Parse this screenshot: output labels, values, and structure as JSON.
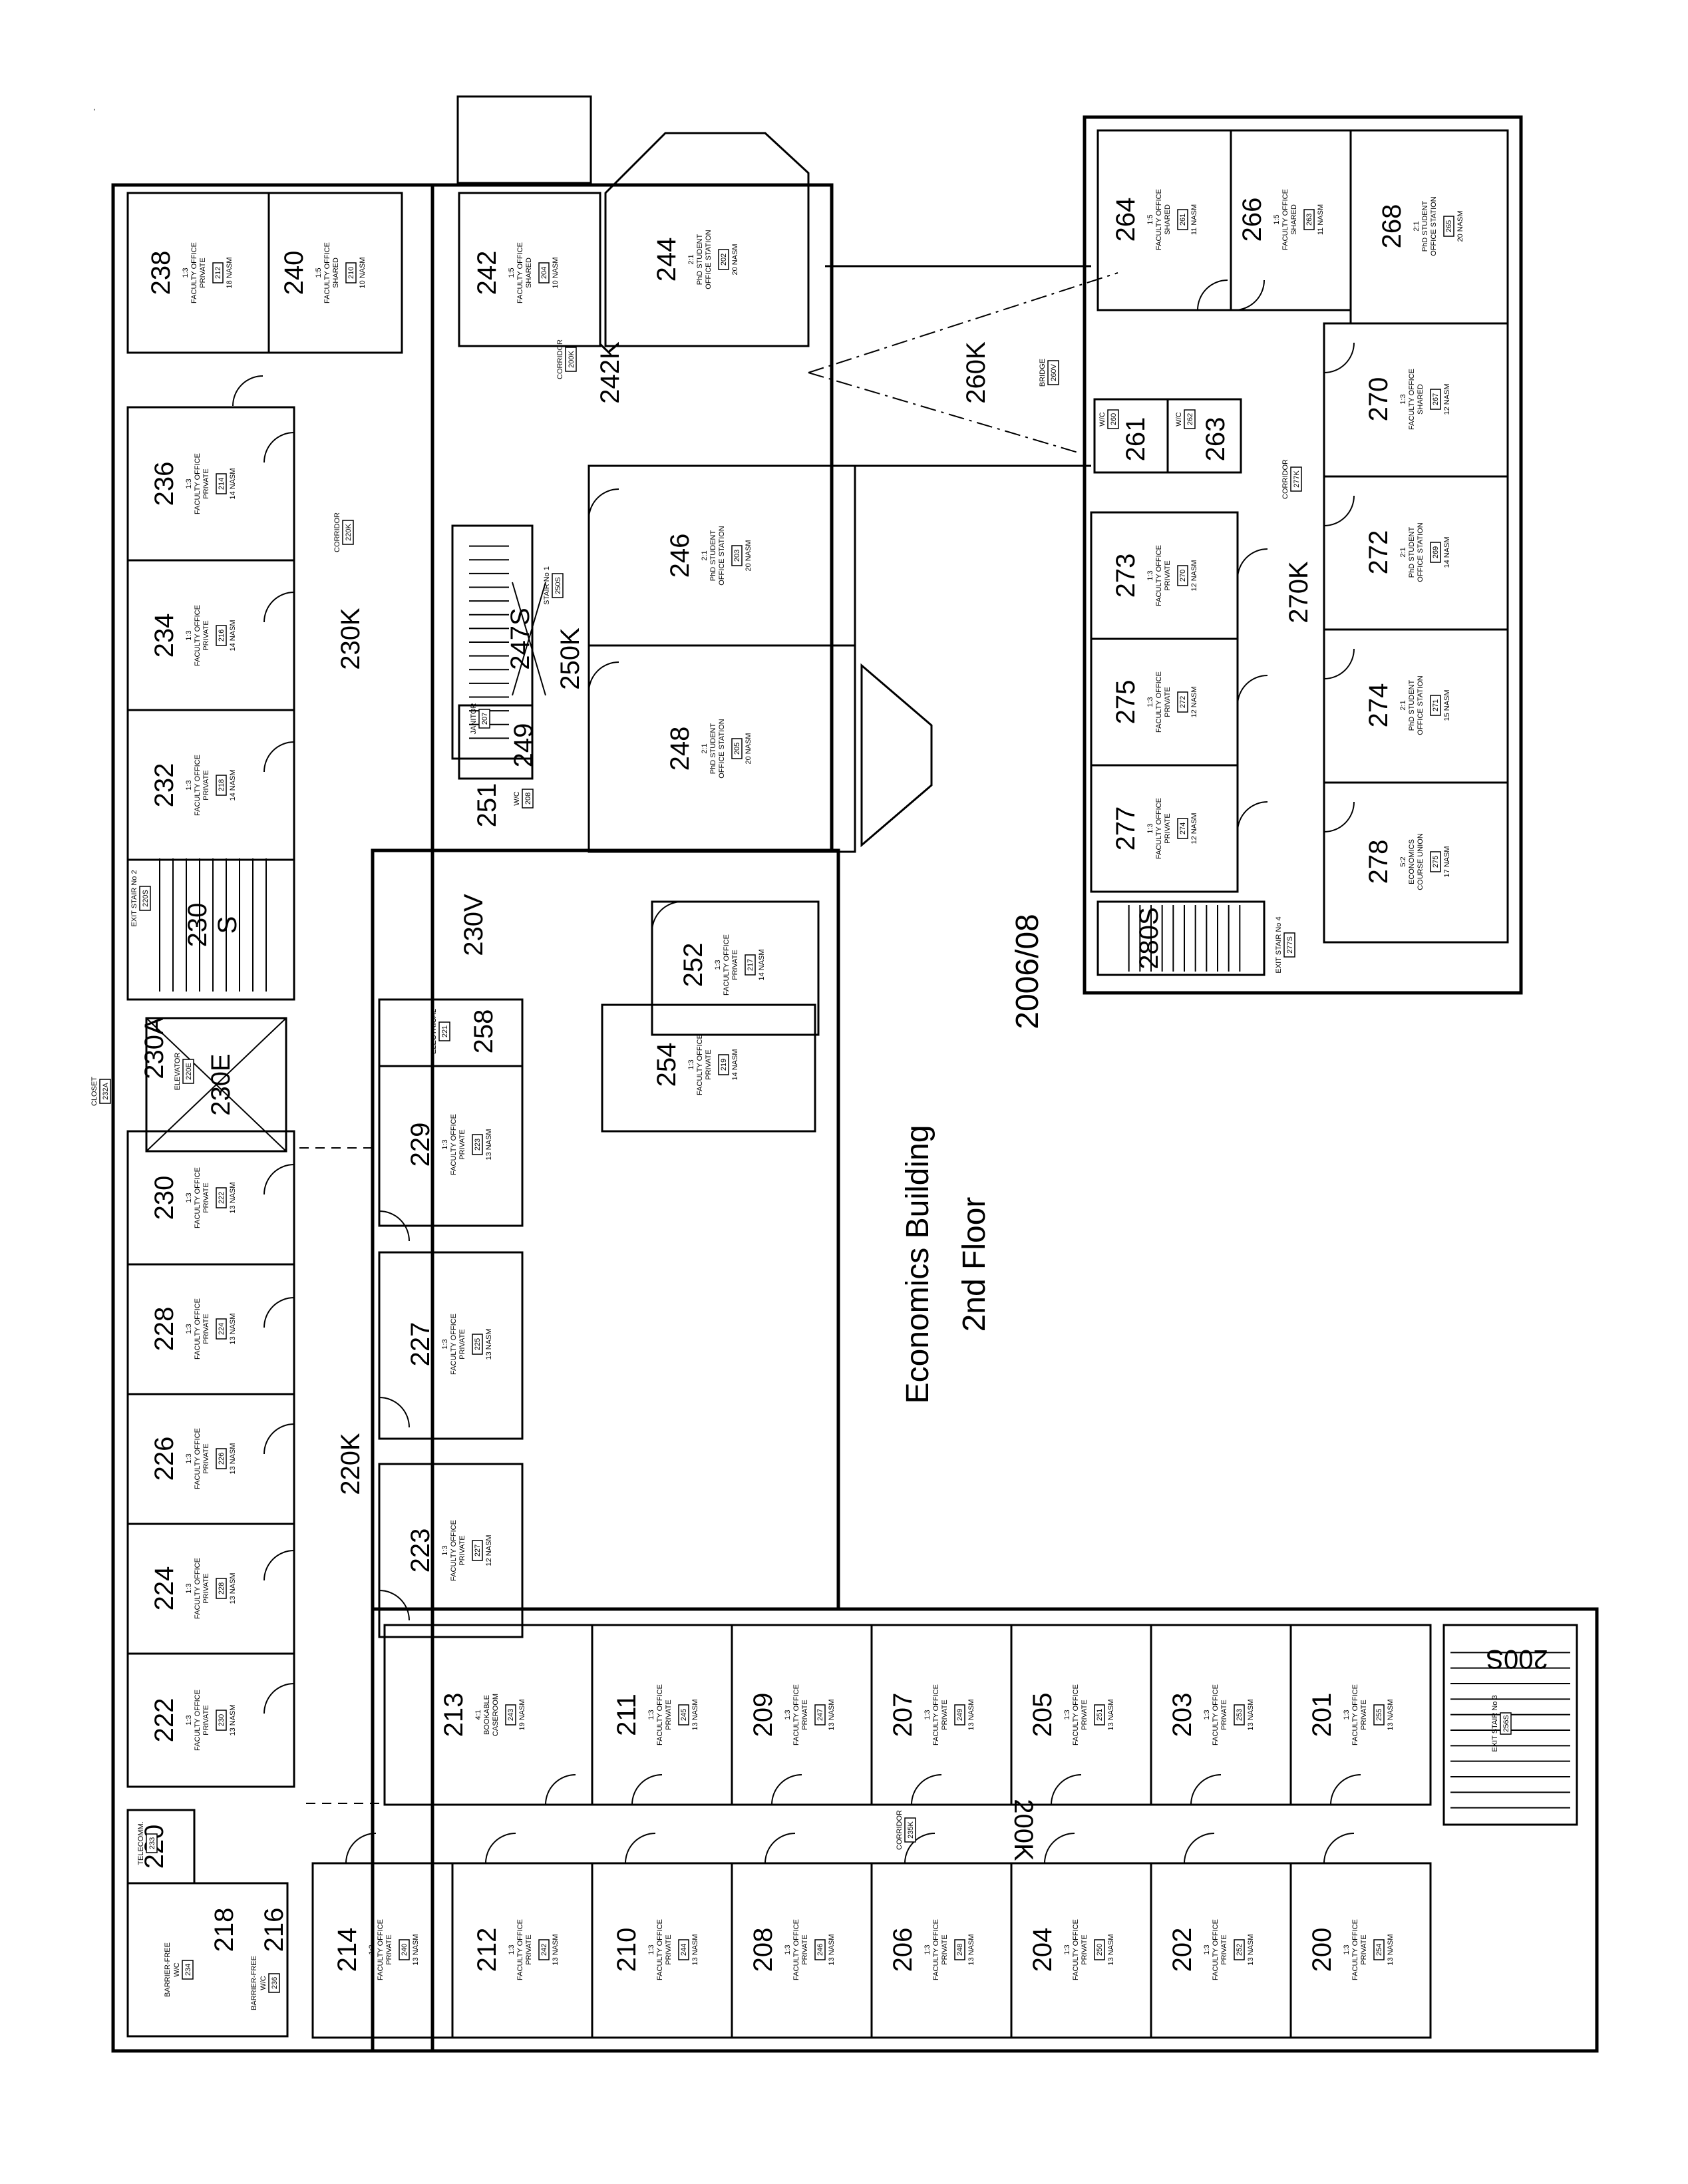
{
  "title": {
    "line1": "Economics Building",
    "line2": "2nd Floor",
    "date": "2006/08"
  },
  "rooms": [
    {
      "id": "r238",
      "num": "238",
      "line1": "1:3",
      "line2": "FACULTY OFFICE",
      "line3": "PRIVATE",
      "code": "212",
      "area": "18 NASM"
    },
    {
      "id": "r240",
      "num": "240",
      "line1": "1:5",
      "line2": "FACULTY OFFICE",
      "line3": "SHARED",
      "code": "210",
      "area": "10 NASM"
    },
    {
      "id": "r242",
      "num": "242",
      "line1": "1:5",
      "line2": "FACULTY OFFICE",
      "line3": "SHARED",
      "code": "204",
      "area": "10 NASM"
    },
    {
      "id": "r244",
      "num": "244",
      "line1": "2:1",
      "line2": "PhD STUDENT",
      "line3": "OFFICE STATION",
      "code": "202",
      "area": "20 NASM"
    },
    {
      "id": "r236",
      "num": "236",
      "line1": "1:3",
      "line2": "FACULTY OFFICE",
      "line3": "PRIVATE",
      "code": "214",
      "area": "14 NASM"
    },
    {
      "id": "r234",
      "num": "234",
      "line1": "1:3",
      "line2": "FACULTY OFFICE",
      "line3": "PRIVATE",
      "code": "216",
      "area": "14 NASM"
    },
    {
      "id": "r232",
      "num": "232",
      "line1": "1:3",
      "line2": "FACULTY OFFICE",
      "line3": "PRIVATE",
      "code": "218",
      "area": "14 NASM"
    },
    {
      "id": "r246",
      "num": "246",
      "line1": "2:1",
      "line2": "PhD STUDENT",
      "line3": "OFFICE STATION",
      "code": "203",
      "area": "20 NASM"
    },
    {
      "id": "r248",
      "num": "248",
      "line1": "2:1",
      "line2": "PhD STUDENT",
      "line3": "OFFICE STATION",
      "code": "205",
      "area": "20 NASM"
    },
    {
      "id": "r252",
      "num": "252",
      "line1": "1:3",
      "line2": "FACULTY OFFICE",
      "line3": "PRIVATE",
      "code": "217",
      "area": "14 NASM"
    },
    {
      "id": "r254",
      "num": "254",
      "line1": "1:3",
      "line2": "FACULTY OFFICE",
      "line3": "PRIVATE",
      "code": "219",
      "area": "14 NASM"
    },
    {
      "id": "r230",
      "num": "230",
      "line1": "1:3",
      "line2": "FACULTY OFFICE",
      "line3": "PRIVATE",
      "code": "222",
      "area": "13 NASM"
    },
    {
      "id": "r228",
      "num": "228",
      "line1": "1:3",
      "line2": "FACULTY OFFICE",
      "line3": "PRIVATE",
      "code": "224",
      "area": "13 NASM"
    },
    {
      "id": "r226",
      "num": "226",
      "line1": "1:3",
      "line2": "FACULTY OFFICE",
      "line3": "PRIVATE",
      "code": "226",
      "area": "13 NASM"
    },
    {
      "id": "r224",
      "num": "224",
      "line1": "1:3",
      "line2": "FACULTY OFFICE",
      "line3": "PRIVATE",
      "code": "228",
      "area": "13 NASM"
    },
    {
      "id": "r222",
      "num": "222",
      "line1": "1:3",
      "line2": "FACULTY OFFICE",
      "line3": "PRIVATE",
      "code": "230",
      "area": "13 NASM"
    },
    {
      "id": "r229",
      "num": "229",
      "line1": "1:3",
      "line2": "FACULTY OFFICE",
      "line3": "PRIVATE",
      "code": "223",
      "area": "13 NASM"
    },
    {
      "id": "r227",
      "num": "227",
      "line1": "1:3",
      "line2": "FACULTY OFFICE",
      "line3": "PRIVATE",
      "code": "225",
      "area": "13 NASM"
    },
    {
      "id": "r223",
      "num": "223",
      "line1": "1:3",
      "line2": "FACULTY OFFICE",
      "line3": "PRIVATE",
      "code": "227",
      "area": "12 NASM"
    },
    {
      "id": "r213",
      "num": "213",
      "line1": "4:1",
      "line2": "BOOKABLE",
      "line3": "CASEROOM",
      "code": "243",
      "area": "19 NASM"
    },
    {
      "id": "r211",
      "num": "211",
      "line1": "1:3",
      "line2": "FACULTY OFFICE",
      "line3": "PRIVATE",
      "code": "245",
      "area": "13 NASM"
    },
    {
      "id": "r209",
      "num": "209",
      "line1": "1:3",
      "line2": "FACULTY OFFICE",
      "line3": "PRIVATE",
      "code": "247",
      "area": "13 NASM"
    },
    {
      "id": "r207",
      "num": "207",
      "line1": "1:3",
      "line2": "FACULTY OFFICE",
      "line3": "PRIVATE",
      "code": "249",
      "area": "13 NASM"
    },
    {
      "id": "r205",
      "num": "205",
      "line1": "1:3",
      "line2": "FACULTY OFFICE",
      "line3": "PRIVATE",
      "code": "251",
      "area": "13 NASM"
    },
    {
      "id": "r203",
      "num": "203",
      "line1": "1:3",
      "line2": "FACULTY OFFICE",
      "line3": "PRIVATE",
      "code": "253",
      "area": "13 NASM"
    },
    {
      "id": "r201",
      "num": "201",
      "line1": "1:3",
      "line2": "FACULTY OFFICE",
      "line3": "PRIVATE",
      "code": "255",
      "area": "13 NASM"
    },
    {
      "id": "r214",
      "num": "214",
      "line1": "1:3",
      "line2": "FACULTY OFFICE",
      "line3": "PRIVATE",
      "code": "240",
      "area": "13 NASM"
    },
    {
      "id": "r212",
      "num": "212",
      "line1": "1:3",
      "line2": "FACULTY OFFICE",
      "line3": "PRIVATE",
      "code": "242",
      "area": "13 NASM"
    },
    {
      "id": "r210",
      "num": "210",
      "line1": "1:3",
      "line2": "FACULTY OFFICE",
      "line3": "PRIVATE",
      "code": "244",
      "area": "13 NASM"
    },
    {
      "id": "r208",
      "num": "208",
      "line1": "1:3",
      "line2": "FACULTY OFFICE",
      "line3": "PRIVATE",
      "code": "246",
      "area": "13 NASM"
    },
    {
      "id": "r206",
      "num": "206",
      "line1": "1:3",
      "line2": "FACULTY OFFICE",
      "line3": "PRIVATE",
      "code": "248",
      "area": "13 NASM"
    },
    {
      "id": "r204",
      "num": "204",
      "line1": "1:3",
      "line2": "FACULTY OFFICE",
      "line3": "PRIVATE",
      "code": "250",
      "area": "13 NASM"
    },
    {
      "id": "r202",
      "num": "202",
      "line1": "1:3",
      "line2": "FACULTY OFFICE",
      "line3": "PRIVATE",
      "code": "252",
      "area": "13 NASM"
    },
    {
      "id": "r200",
      "num": "200",
      "line1": "1:3",
      "line2": "FACULTY OFFICE",
      "line3": "PRIVATE",
      "code": "254",
      "area": "13 NASM"
    },
    {
      "id": "r264",
      "num": "264",
      "line1": "1:5",
      "line2": "FACULTY OFFICE",
      "line3": "SHARED",
      "code": "261",
      "area": "11 NASM"
    },
    {
      "id": "r266",
      "num": "266",
      "line1": "1:5",
      "line2": "FACULTY OFFICE",
      "line3": "SHARED",
      "code": "263",
      "area": "11 NASM"
    },
    {
      "id": "r268",
      "num": "268",
      "line1": "2:1",
      "line2": "PhD STUDENT",
      "line3": "OFFICE STATION",
      "code": "265",
      "area": "20 NASM"
    },
    {
      "id": "r270",
      "num": "270",
      "line1": "1:3",
      "line2": "FACULTY OFFICE",
      "line3": "SHARED",
      "code": "267",
      "area": "12 NASM"
    },
    {
      "id": "r272",
      "num": "272",
      "line1": "2:1",
      "line2": "PhD STUDENT",
      "line3": "OFFICE STATION",
      "code": "269",
      "area": "14 NASM"
    },
    {
      "id": "r274",
      "num": "274",
      "line1": "2:1",
      "line2": "PhD STUDENT",
      "line3": "OFFICE STATION",
      "code": "271",
      "area": "15 NASM"
    },
    {
      "id": "r278",
      "num": "278",
      "line1": "5:2",
      "line2": "ECONOMICS",
      "line3": "COURSE UNION",
      "code": "275",
      "area": "17 NASM"
    },
    {
      "id": "r273",
      "num": "273",
      "line1": "1:3",
      "line2": "FACULTY OFFICE",
      "line3": "PRIVATE",
      "code": "270",
      "area": "12 NASM"
    },
    {
      "id": "r275",
      "num": "275",
      "line1": "1:3",
      "line2": "FACULTY OFFICE",
      "line3": "PRIVATE",
      "code": "272",
      "area": "12 NASM"
    },
    {
      "id": "r277",
      "num": "277",
      "line1": "1:3",
      "line2": "FACULTY OFFICE",
      "line3": "PRIVATE",
      "code": "274",
      "area": "12 NASM"
    }
  ],
  "corridors": {
    "c230K": "230K",
    "c220K": "220K",
    "c242K": "242K",
    "c250K": "250K",
    "c230V": "230V",
    "c200K": "200K",
    "c260K": "260K",
    "c270K": "270K"
  },
  "corridor_tags": {
    "corr220": {
      "label": "CORRIDOR",
      "code": "220K"
    },
    "corr200": {
      "label": "CORRIDOR",
      "code": "200K"
    },
    "corr235": {
      "label": "CORRIDOR",
      "code": "235K"
    },
    "corr277": {
      "label": "CORRIDOR",
      "code": "277K"
    },
    "stair250": {
      "label": "STAIR No 1",
      "code": "250S"
    },
    "bridge": {
      "label": "BRIDGE",
      "code": "260V"
    },
    "closet": {
      "label": "CLOSET",
      "code": "232A"
    },
    "elev": {
      "label": "ELEVATOR",
      "code": "220E"
    },
    "stair2": {
      "label": "EXIT STAIR No 2",
      "code": "220S"
    },
    "stair4": {
      "label": "EXIT STAIR No 4",
      "code": "277S"
    }
  },
  "special": {
    "s247S": "247S",
    "s249": "249",
    "s251": "251",
    "s230S_a": "230",
    "s230S_b": "S",
    "s230A": "230A",
    "s230E": "230E",
    "s258": "258",
    "s261": "261",
    "s263": "263",
    "s280S": "280S",
    "s220": "220",
    "s218": "218",
    "s216": "216",
    "s200S": "200S",
    "electrical": "ELECTRICAL",
    "electrical_code": "221",
    "janitor": "JANITOR",
    "janitor_code": "207",
    "wc208": "W/C",
    "wc208_code": "208",
    "wc260": "W/C",
    "wc260_code": "260",
    "wc262": "W/C",
    "wc262_code": "262",
    "telecomm": "TELECOMM.",
    "telecomm_code": "233",
    "bf234_a": "BARRIER-FREE",
    "bf234_b": "W/C",
    "bf234_code": "234",
    "bf236_a": "BARRIER-FREE",
    "bf236_b": "W/C",
    "bf236_code": "236",
    "stair200": "EXIT STAIR No 3",
    "stair200_code": "256S",
    "comma": ","
  }
}
